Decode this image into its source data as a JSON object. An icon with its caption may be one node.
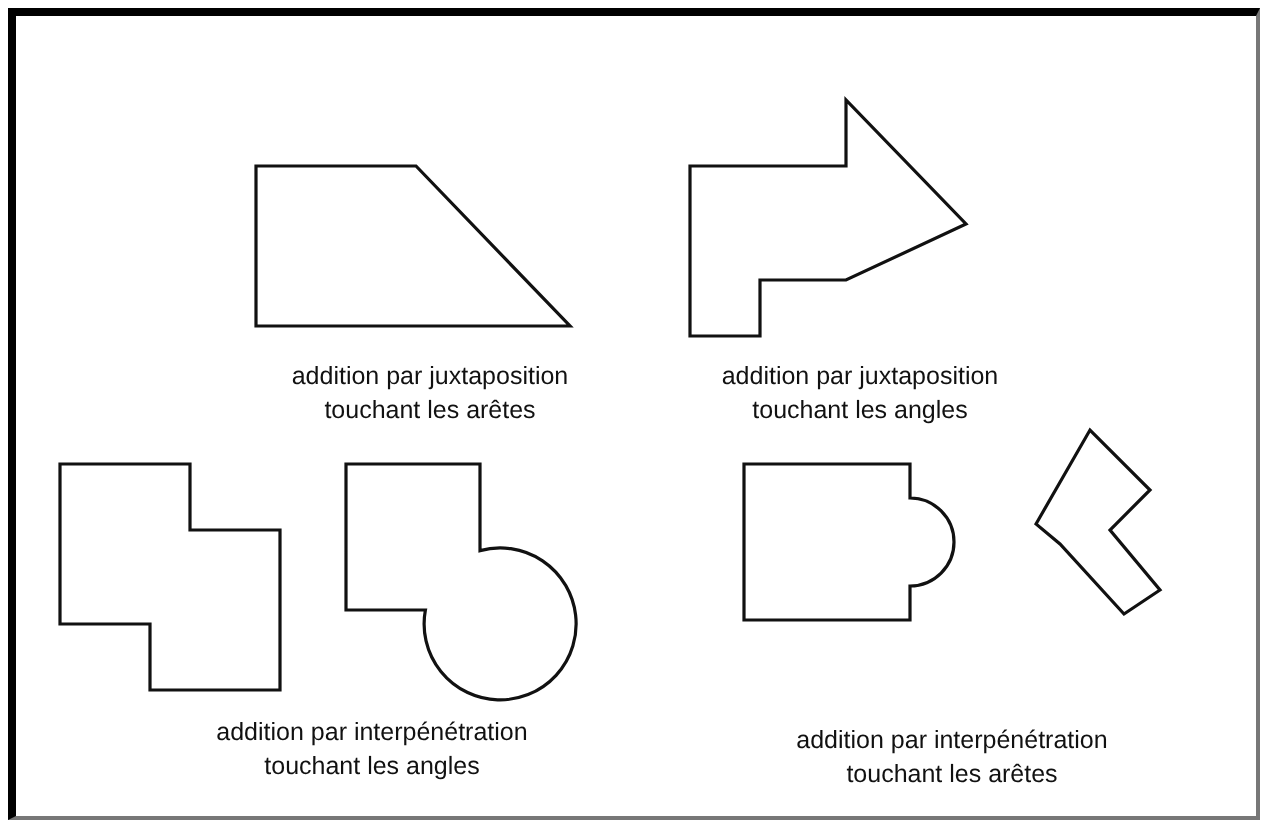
{
  "diagram": {
    "nodes": [
      {
        "text": [],
        "shape": "picture"
      },
      {
        "text": [],
        "shape": "picture"
      },
      {
        "text": [],
        "shape": "picture"
      },
      {
        "text": [],
        "shape": "picture"
      },
      {
        "text": [],
        "shape": "picture"
      },
      {
        "text": [],
        "shape": "picture"
      }
    ],
    "labels": [
      "addition par juxtaposition touchant les arêtes",
      "addition par juxtaposition touchant les angles",
      "addition par interpénétration touchant les angles",
      "addition par interpénétration touchant les arêtes"
    ]
  }
}
